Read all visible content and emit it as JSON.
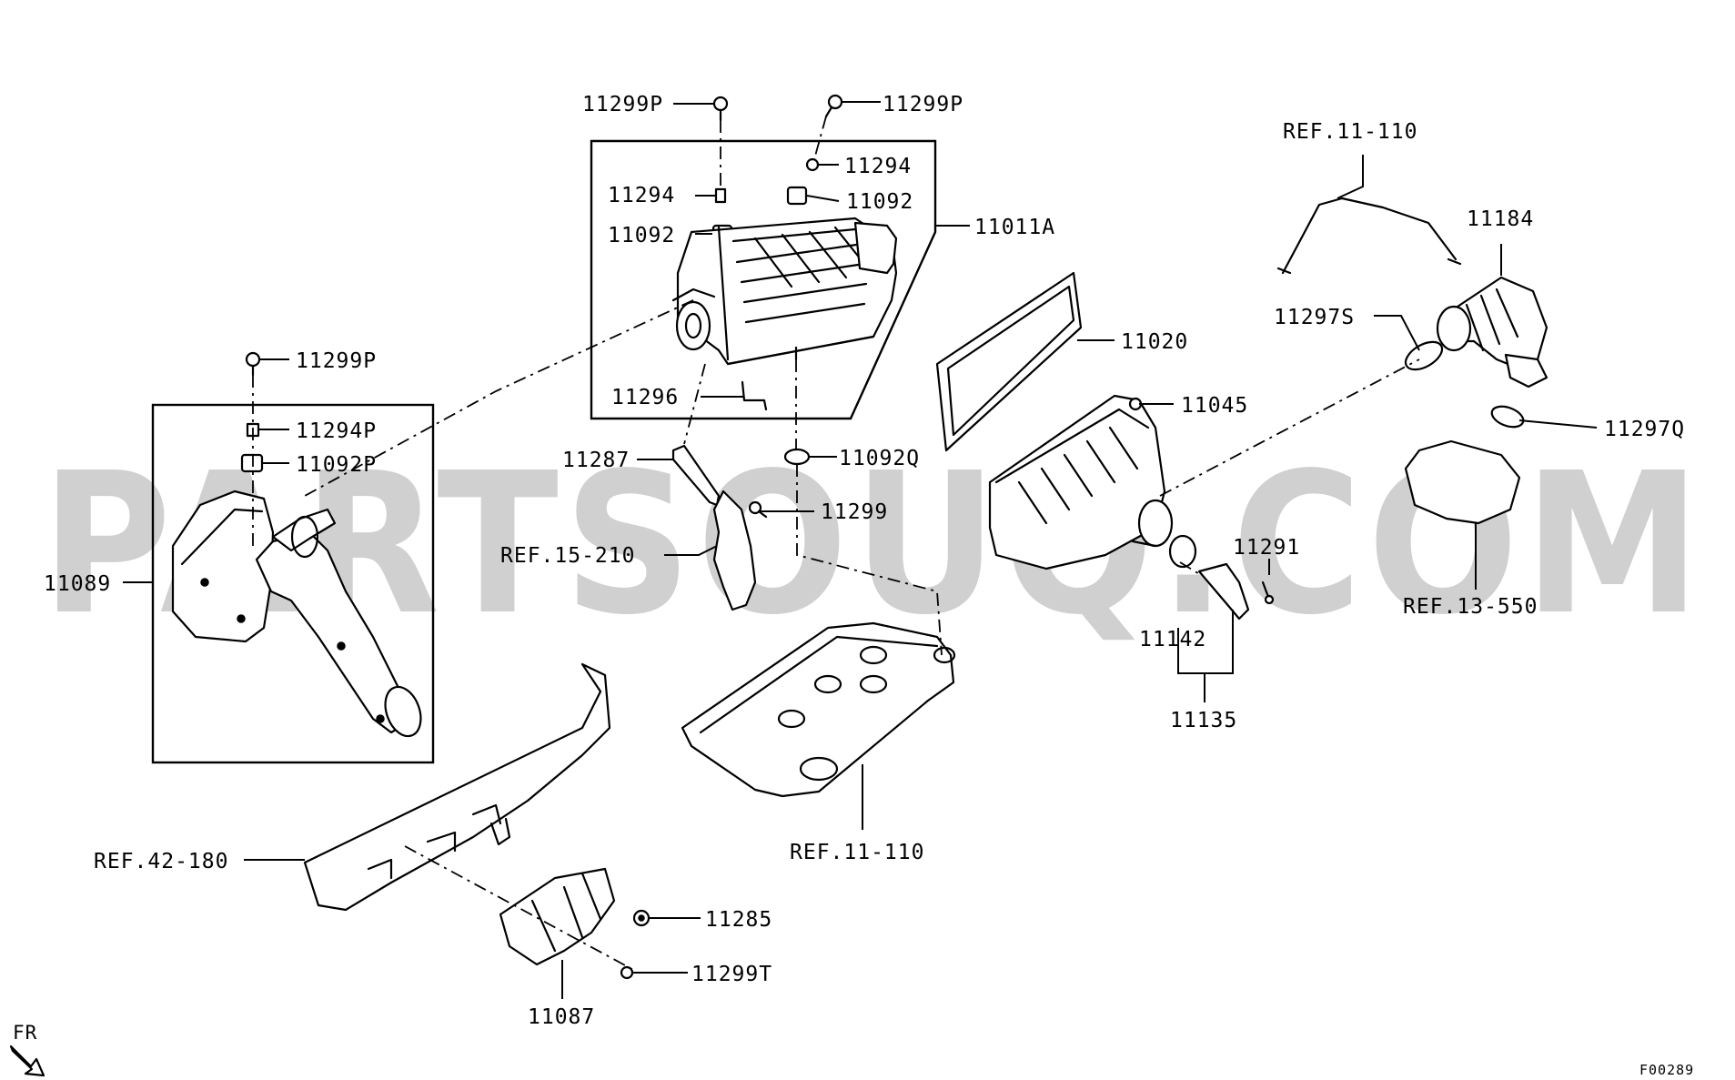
{
  "watermark": "PARTSOUQ.COM",
  "figure_id": "F00289",
  "direction_marker": "FR",
  "labels": {
    "l_11299p_a": "11299P",
    "l_11299p_b": "11299P",
    "l_11294_a": "11294",
    "l_11294_b": "11294",
    "l_11092_a": "11092",
    "l_11092_b": "11092",
    "l_11011a": "11011A",
    "l_11296": "11296",
    "l_11287": "11287",
    "l_11092q": "11092Q",
    "l_11299": "11299",
    "l_ref15210": "REF.15-210",
    "l_11299p_c": "11299P",
    "l_11294p": "11294P",
    "l_11092p": "11092P",
    "l_11089": "11089",
    "l_11020": "11020",
    "l_11045": "11045",
    "l_ref11110_a": "REF.11-110",
    "l_11184": "11184",
    "l_11297s": "11297S",
    "l_11297q": "11297Q",
    "l_11291": "11291",
    "l_ref13550": "REF.13-550",
    "l_11142": "11142",
    "l_11135": "11135",
    "l_ref11110_b": "REF.11-110",
    "l_ref42180": "REF.42-180",
    "l_11285": "11285",
    "l_11299t": "11299T",
    "l_11087": "11087"
  }
}
